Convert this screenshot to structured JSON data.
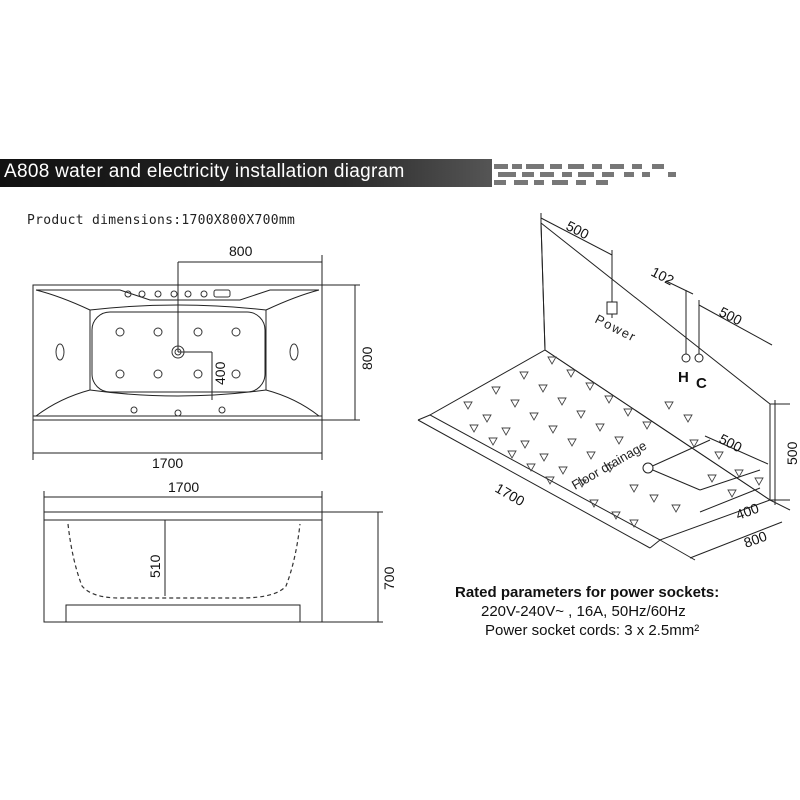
{
  "title": "A808  water and electricity installation diagram",
  "product_dimensions": "Product dimensions:1700X800X700mm",
  "top_view": {
    "width_label": "1700",
    "depth_label": "800",
    "drain_offset_label": "800",
    "drain_depth_label": "400"
  },
  "side_view": {
    "length_label": "1700",
    "height_label": "700",
    "inner_depth_label": "510"
  },
  "install_view": {
    "dim_back_left": "500",
    "dim_hc_gap": "102",
    "dim_back_right": "500",
    "power_label": "Power",
    "hot_label": "H",
    "cold_label": "C",
    "floor_drain_label": "Floor drainage",
    "dim_length": "1700",
    "dim_drain_side": "500",
    "dim_wall_height": "500",
    "dim_drain_depth": "400",
    "dim_width": "800"
  },
  "rated": {
    "line1": "Rated parameters for power sockets:",
    "line2": "220V-240V~ ,  16A,  50Hz/60Hz",
    "line3": "Power socket cords: 3 x 2.5mm²"
  }
}
